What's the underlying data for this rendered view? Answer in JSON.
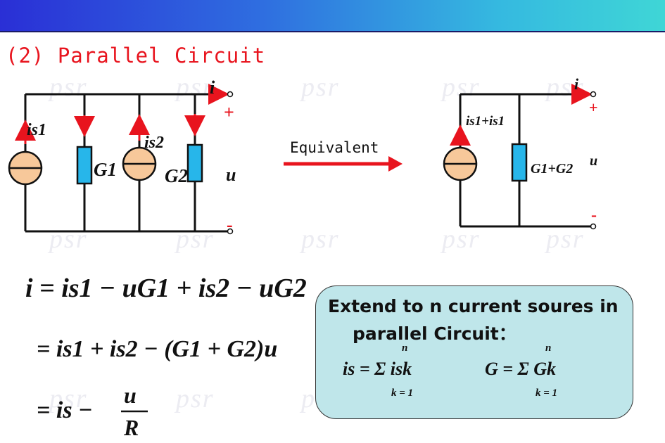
{
  "header": {
    "title": "(2) Parallel Circuit"
  },
  "watermark": "psr",
  "left_circuit": {
    "current_label": "i",
    "source1_label": "is1",
    "source2_label": "is2",
    "g1_label": "G1",
    "g2_label": "G2",
    "voltage_label": "u",
    "plus": "+",
    "minus": "-"
  },
  "arrow_label": "Equivalent",
  "right_circuit": {
    "current_label": "i",
    "source_label": "is1+is1",
    "g_label": "G1+G2",
    "voltage_label": "u",
    "plus": "+",
    "minus": "-"
  },
  "equations": {
    "line1": "i = is1 − uG1 + is2 − uG2",
    "line2": "= is1 + is2 − (G1 + G2)u",
    "line3_lhs": "= is −",
    "line3_num": "u",
    "line3_den": "R"
  },
  "note": {
    "line1": "Extend to n current soures in",
    "line2": "parallel Circuit：",
    "formula_is": "is = Σ isk",
    "formula_g": "G = Σ Gk",
    "sum_top": "n",
    "sum_bottom": "k = 1"
  },
  "colors": {
    "accent": "#e8141e",
    "source_fill": "#f7c89a",
    "resistor_fill": "#27b6ea",
    "note_bg": "#bfe6ea"
  }
}
